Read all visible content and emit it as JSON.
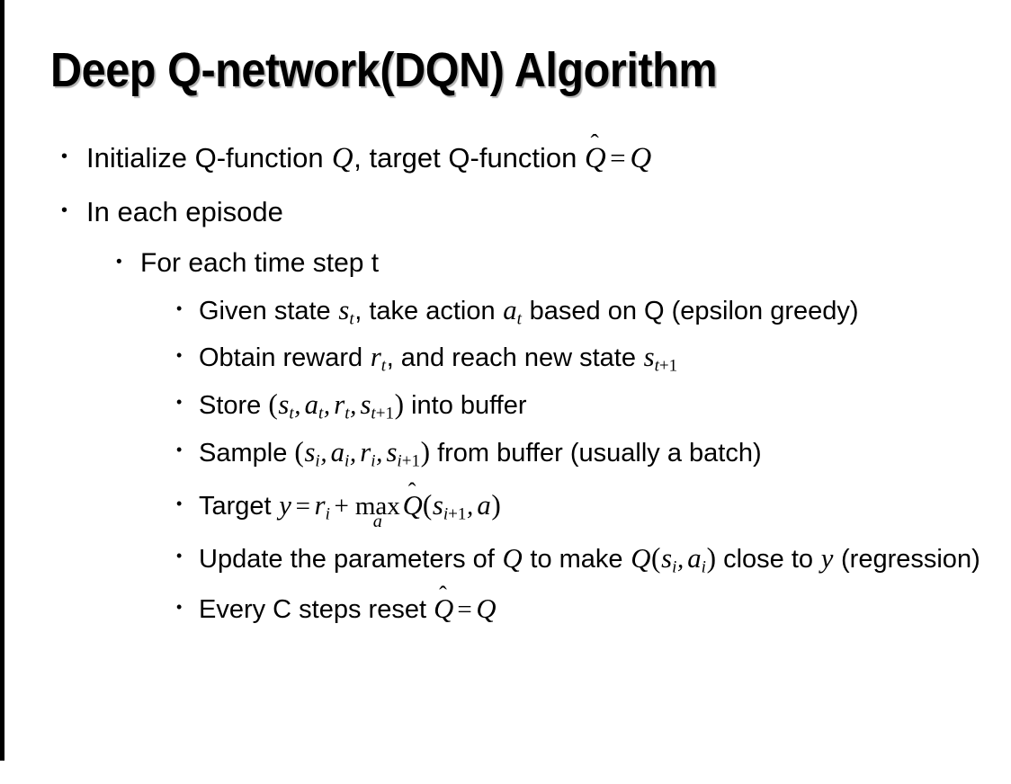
{
  "slide": {
    "title": "Deep Q-network(DQN) Algorithm",
    "bullet_glyph": "•",
    "background_color": "#ffffff",
    "text_color": "#000000",
    "edge_strip_color": "#000000",
    "items": [
      {
        "level": 1,
        "id": "initialize",
        "text_plain": "Initialize Q-function Q, target Q-function Q̂ = Q",
        "parts": {
          "seg1": "Initialize Q-function ",
          "var_q1": "Q",
          "seg2": ", target Q-function ",
          "hat_q": "Q",
          "hat_accent": "̂",
          "eq": "=",
          "var_q2": "Q"
        }
      },
      {
        "level": 1,
        "id": "in-each-episode",
        "text_plain": "In each episode",
        "parts": {
          "seg1": "In each episode"
        }
      },
      {
        "level": 2,
        "id": "for-each-time-step",
        "text_plain": "For each time step t",
        "parts": {
          "seg1": "For each time step t"
        }
      },
      {
        "level": 3,
        "id": "given-state",
        "text_plain": "Given state s_t, take action a_t based on Q (epsilon greedy)",
        "parts": {
          "seg1": "Given state ",
          "var_s": "s",
          "sub_s": "t",
          "seg2": ", take action ",
          "var_a": "a",
          "sub_a": "t",
          "seg3": " based on Q (epsilon greedy)"
        }
      },
      {
        "level": 3,
        "id": "obtain-reward",
        "text_plain": "Obtain reward r_t, and reach new state s_{t+1}",
        "parts": {
          "seg1": "Obtain reward ",
          "var_r": "r",
          "sub_r": "t",
          "seg2": ", and reach new state ",
          "var_s": "s",
          "sub_s_t": "t",
          "sub_s_plus": "+1"
        }
      },
      {
        "level": 3,
        "id": "store-into-buffer",
        "text_plain": "Store (s_t, a_t, r_t, s_{t+1}) into buffer",
        "parts": {
          "seg1": "Store ",
          "paren_open": "(",
          "v1": "s",
          "v1sub": "t",
          "v2": "a",
          "v2sub": "t",
          "v3": "r",
          "v3sub": "t",
          "v4": "s",
          "v4sub": "t",
          "v4subnum": "+1",
          "comma": ",",
          "paren_close": ")",
          "seg2": " into buffer"
        }
      },
      {
        "level": 3,
        "id": "sample-from-buffer",
        "text_plain": "Sample (s_i, a_i, r_i, s_{i+1}) from buffer (usually a batch)",
        "parts": {
          "seg1": "Sample ",
          "paren_open": "(",
          "v1": "s",
          "v1sub": "i",
          "v2": "a",
          "v2sub": "i",
          "v3": "r",
          "v3sub": "i",
          "v4": "s",
          "v4sub": "i",
          "v4subnum": "+1",
          "comma": ",",
          "paren_close": ")",
          "seg2": " from buffer (usually a batch)"
        }
      },
      {
        "level": 3,
        "id": "target",
        "text_plain": "Target y = r_i + max_a Q̂(s_{i+1}, a)",
        "parts": {
          "seg1": "Target ",
          "var_y": "y",
          "eq": "=",
          "var_r": "r",
          "sub_r": "i",
          "plus": "+",
          "op_max": "max",
          "op_limit": "a",
          "hat_q": "Q",
          "hat_accent": "̂",
          "paren_open": "(",
          "var_s": "s",
          "sub_s": "i",
          "sub_s_num": "+1",
          "comma": ",",
          "var_a": "a",
          "paren_close": ")"
        }
      },
      {
        "level": 3,
        "id": "update-parameters",
        "text_plain": "Update the parameters of Q to make Q(s_i, a_i) close to y (regression)",
        "parts": {
          "seg1": "Update the parameters of ",
          "var_q1": "Q",
          "seg2": " to make ",
          "var_q2": "Q",
          "paren_open": "(",
          "var_s": "s",
          "sub_s": "i",
          "comma": ",",
          "var_a": "a",
          "sub_a": "i",
          "paren_close": ")",
          "seg3": " close to ",
          "var_y": "y",
          "seg4": " (regression)"
        }
      },
      {
        "level": 3,
        "id": "reset-target-network",
        "text_plain": "Every C steps reset Q̂ = Q",
        "parts": {
          "seg1": "Every C steps reset ",
          "hat_q": "Q",
          "hat_accent": "̂",
          "eq": "=",
          "var_q": "Q"
        }
      }
    ]
  }
}
